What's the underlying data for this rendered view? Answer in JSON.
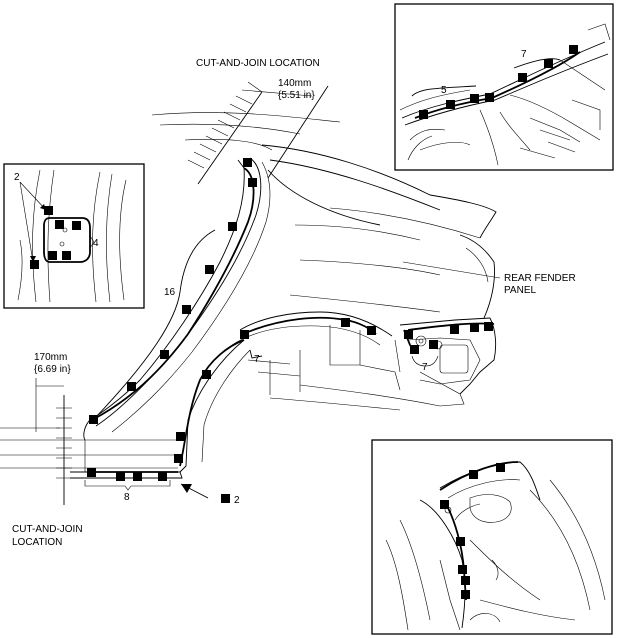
{
  "labels": {
    "cut_join_top": "CUT-AND-JOIN LOCATION",
    "dim_top_mm": "140mm",
    "dim_top_in": "{5.51 in}",
    "dim_left_mm": "170mm",
    "dim_left_in": "{6.69 in}",
    "cut_join_bottom_l1": "CUT-AND-JOIN",
    "cut_join_bottom_l2": "LOCATION",
    "rear_fender_l1": "REAR FENDER",
    "rear_fender_l2": "PANEL"
  },
  "callouts": {
    "c16": "16",
    "c8": "8",
    "c7a": "7",
    "c7b": "7",
    "c2_main": "2",
    "c2_inset": "2",
    "c4_inset": "4",
    "c5_inset": "5",
    "c7_inset": "7"
  }
}
